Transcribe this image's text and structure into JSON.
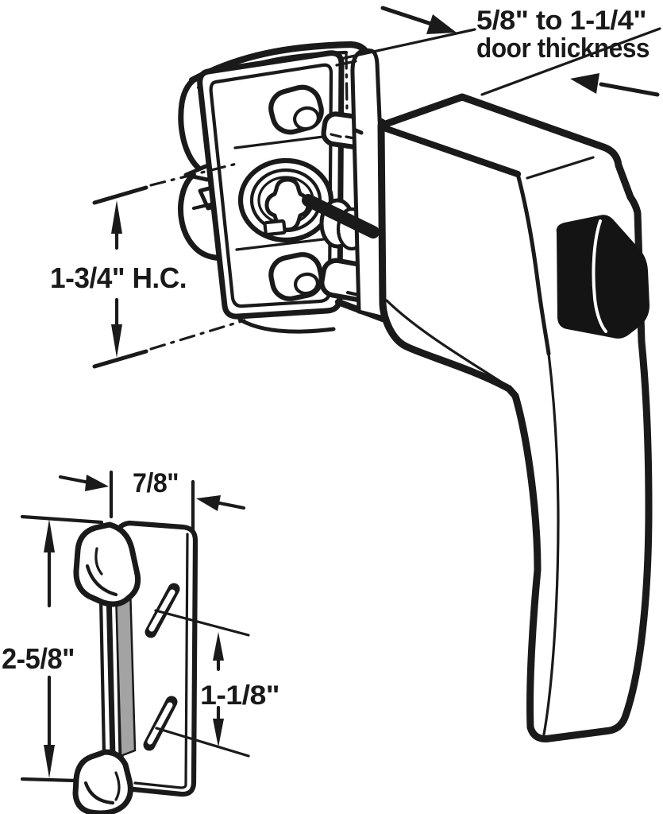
{
  "diagram": {
    "subject": "Push-button door handle installation diagram with keyed hub, mounting plate and strike keeper plate",
    "labels": {
      "door_thickness_line1": "5/8\" to 1-1/4\"",
      "door_thickness_line2": "door thickness",
      "hole_centers": "1-3/4\" H.C.",
      "keeper_width": "7/8\"",
      "keeper_height": "2-5/8\"",
      "slot_spacing": "1-1/8\""
    },
    "colors": {
      "line": "#1a1a1a",
      "background": "#ffffff",
      "keeper_slot_gray": "#a3a3a3",
      "button_black": "#141414"
    }
  }
}
